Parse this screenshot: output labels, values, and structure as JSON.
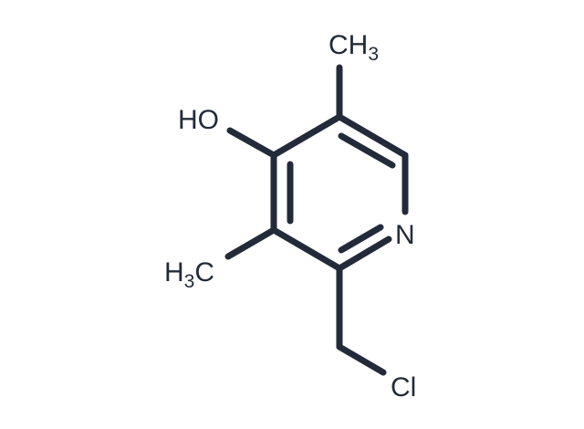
{
  "diagram": {
    "ink_color": "#232b3a",
    "labels": {
      "methyl_top": {
        "main": "CH",
        "sub": "3"
      },
      "hydroxyl": {
        "main": "HO"
      },
      "nitrogen": {
        "main": "N"
      },
      "methyl_left": {
        "pre": "H",
        "sub": "3",
        "post": "C"
      },
      "chlorine": {
        "main": "Cl"
      }
    }
  }
}
